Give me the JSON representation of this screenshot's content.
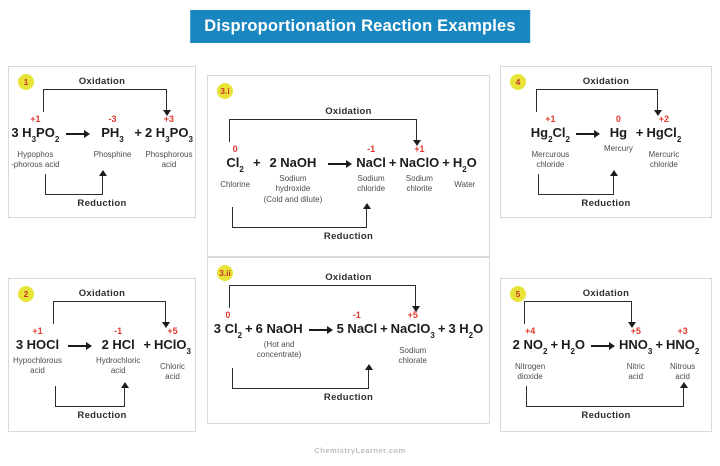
{
  "title": "Disproportionation Reaction Examples",
  "footer": "ChemistryLearner.com",
  "symbols": {
    "plus": "+"
  },
  "colors": {
    "banner": "#1a86bf",
    "badge": "#e8e437",
    "oxred": "#e0392e"
  },
  "panels": [
    {
      "badge": "1",
      "oxidation": "Oxidation",
      "reduction": "Reduction",
      "compounds": [
        {
          "state": "+1",
          "formula": "3 H_3PO_2",
          "name": "Hypophos\n-phorous acid"
        },
        {
          "state": "-3",
          "formula": "PH_3",
          "name": "Phosphine"
        },
        {
          "state": "+3",
          "formula": "2 H_3PO_3",
          "name": "Phosphorous\nacid"
        }
      ]
    },
    {
      "badge": "2",
      "oxidation": "Oxidation",
      "reduction": "Reduction",
      "compounds": [
        {
          "state": "+1",
          "formula": "3 HOCl",
          "name": "Hypochlorous\nacid"
        },
        {
          "state": "-1",
          "formula": "2 HCl",
          "name": "Hydrochloric\nacid"
        },
        {
          "state": "+5",
          "formula": "HClO_3",
          "name": "Chloric\nacid"
        }
      ]
    },
    {
      "badge": "3.i",
      "oxidation": "Oxidation",
      "reduction": "Reduction",
      "compounds": [
        {
          "state": "0",
          "formula": "Cl_2",
          "name": "Chlorine"
        },
        {
          "formula": "2 NaOH",
          "name": "Sodium\nhydroxide\n(Cold and dilute)"
        },
        {
          "state": "-1",
          "formula": "NaCl",
          "name": "Sodium\nchloride"
        },
        {
          "state": "+1",
          "formula": "NaClO",
          "name": "Sodium\nchlorite"
        },
        {
          "formula": "H_2O",
          "name": "Water"
        }
      ]
    },
    {
      "badge": "3.ii",
      "oxidation": "Oxidation",
      "reduction": "Reduction",
      "compounds": [
        {
          "state": "0",
          "formula": "3 Cl_2"
        },
        {
          "formula": "6 NaOH",
          "name": "(Hot and\nconcentrate)"
        },
        {
          "state": "-1",
          "formula": "5 NaCl"
        },
        {
          "state": "+5",
          "formula": "NaClO_3",
          "name": "Sodium\nchlorate"
        },
        {
          "formula": "3 H_2O"
        }
      ]
    },
    {
      "badge": "4",
      "oxidation": "Oxidation",
      "reduction": "Reduction",
      "compounds": [
        {
          "state": "+1",
          "formula": "Hg_2Cl_2",
          "name": "Mercurous\nchloride"
        },
        {
          "state": "0",
          "formula": "Hg",
          "name": "Mercury"
        },
        {
          "state": "+2",
          "formula": "HgCl_2",
          "name": "Mercuric\nchloride"
        }
      ]
    },
    {
      "badge": "5",
      "oxidation": "Oxidation",
      "reduction": "Reduction",
      "compounds": [
        {
          "state": "+4",
          "formula": "2 NO_2",
          "name": "Nitrogen\ndioxide"
        },
        {
          "formula": "H_2O"
        },
        {
          "state": "+5",
          "formula": "HNO_3",
          "name": "Nitric\nacid"
        },
        {
          "state": "+3",
          "formula": "HNO_2",
          "name": "Nitrous\nacid"
        }
      ]
    }
  ]
}
